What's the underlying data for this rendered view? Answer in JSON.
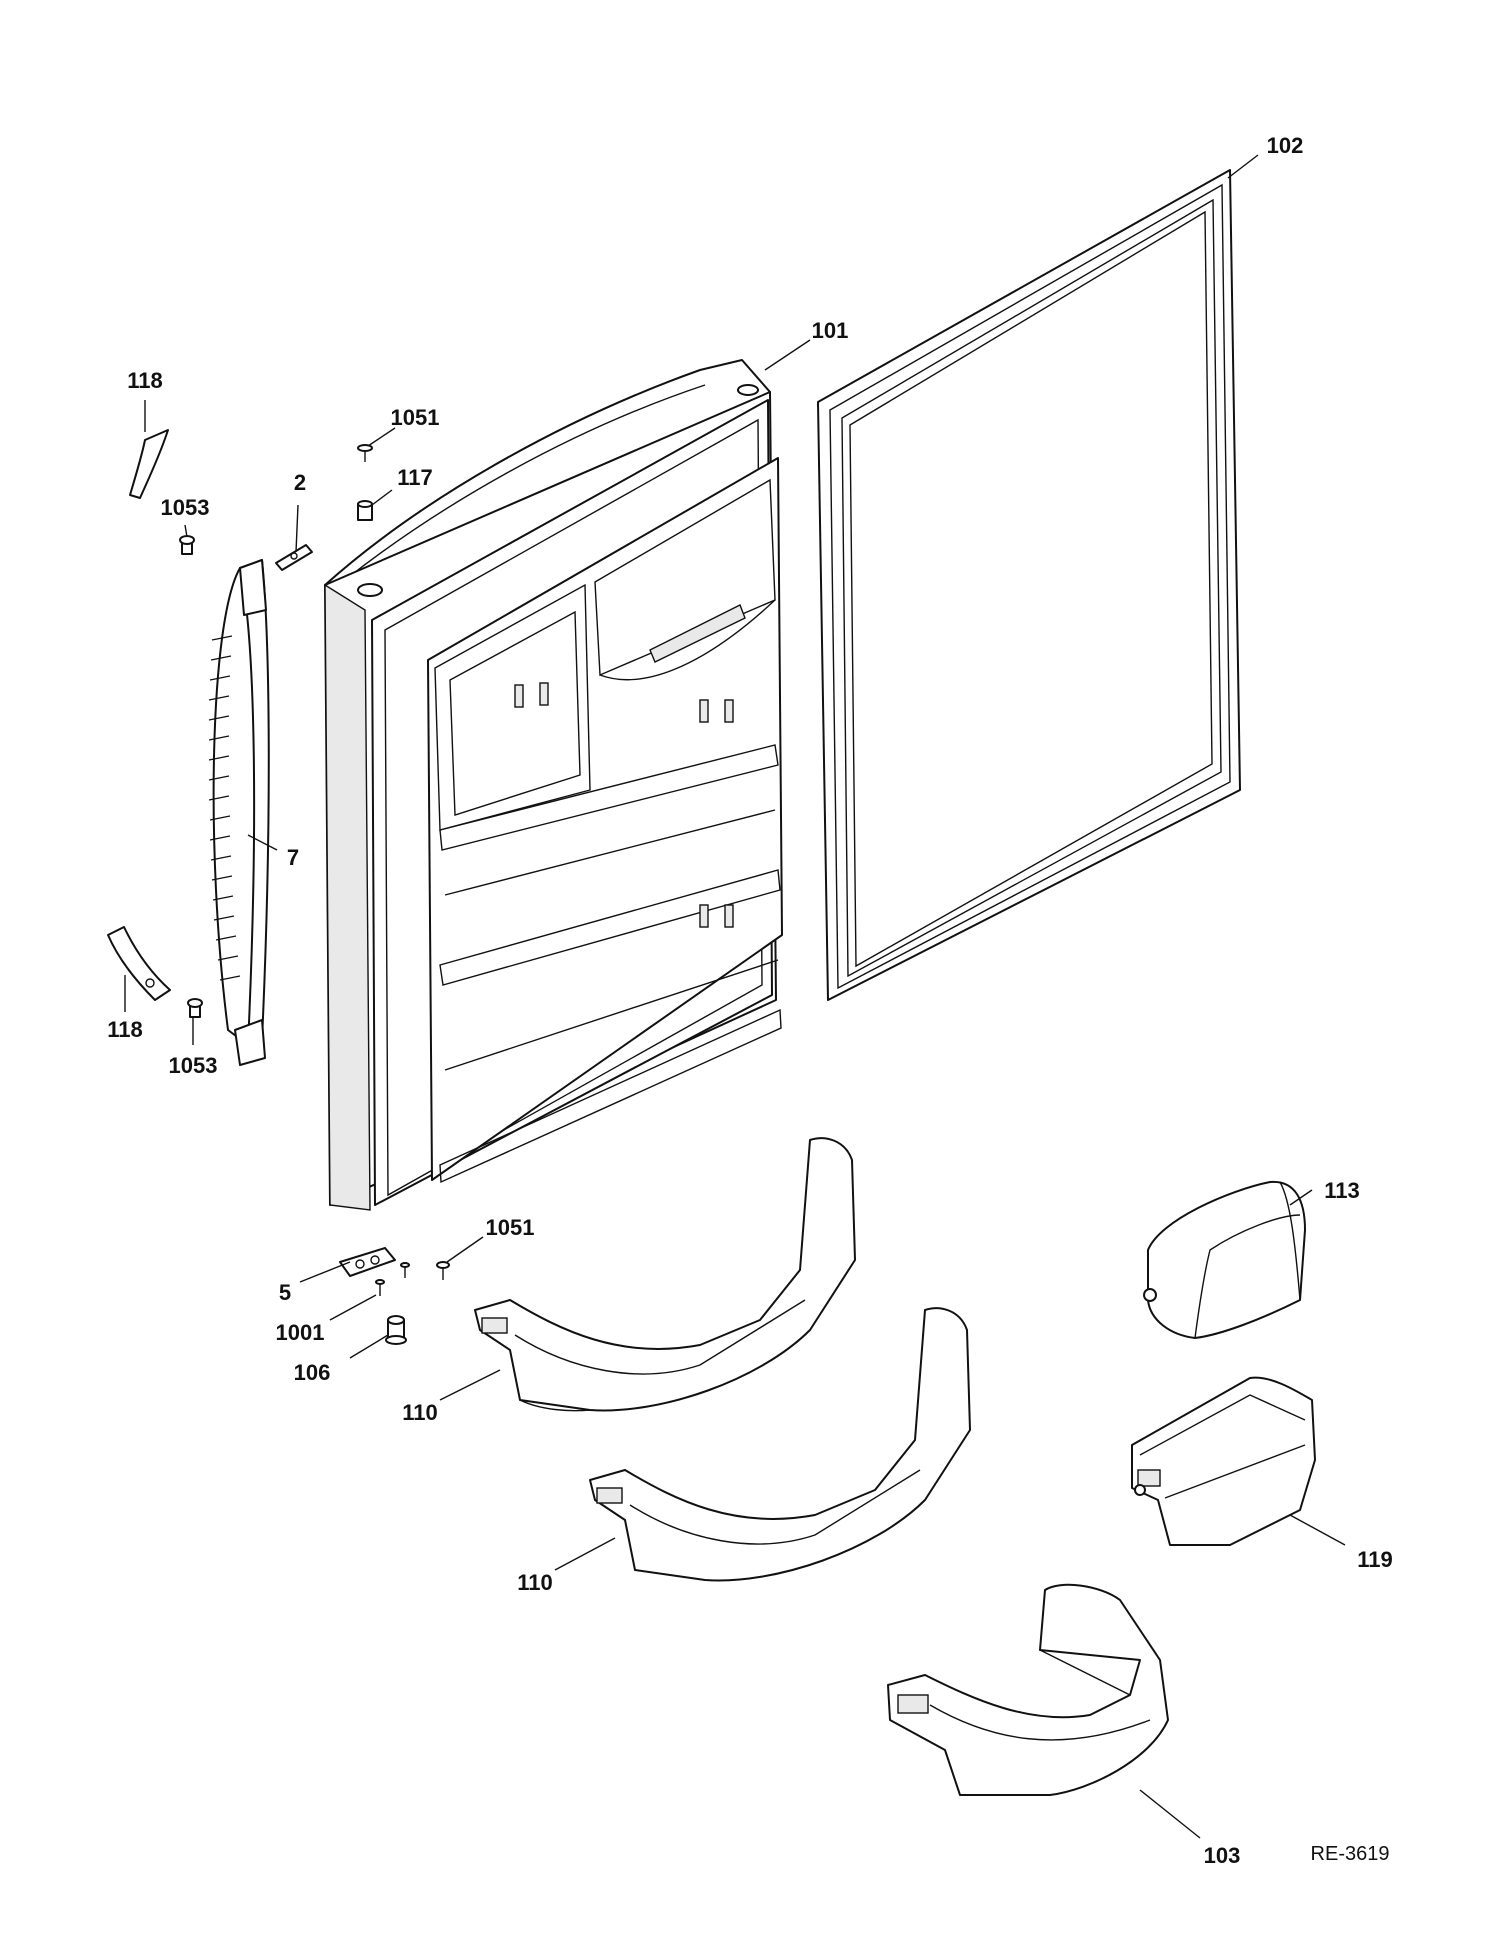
{
  "diagram": {
    "reference_code": "RE-3619",
    "callouts": [
      {
        "id": "c102",
        "label": "102"
      },
      {
        "id": "c101",
        "label": "101"
      },
      {
        "id": "c118a",
        "label": "118"
      },
      {
        "id": "c1051a",
        "label": "1051"
      },
      {
        "id": "c117",
        "label": "117"
      },
      {
        "id": "c1053a",
        "label": "1053"
      },
      {
        "id": "c2",
        "label": "2"
      },
      {
        "id": "c7",
        "label": "7"
      },
      {
        "id": "c118b",
        "label": "118"
      },
      {
        "id": "c1053b",
        "label": "1053"
      },
      {
        "id": "c1051b",
        "label": "1051"
      },
      {
        "id": "c5",
        "label": "5"
      },
      {
        "id": "c1001",
        "label": "1001"
      },
      {
        "id": "c106",
        "label": "106"
      },
      {
        "id": "c110a",
        "label": "110"
      },
      {
        "id": "c110b",
        "label": "110"
      },
      {
        "id": "c113",
        "label": "113"
      },
      {
        "id": "c119",
        "label": "119"
      },
      {
        "id": "c103",
        "label": "103"
      }
    ]
  }
}
